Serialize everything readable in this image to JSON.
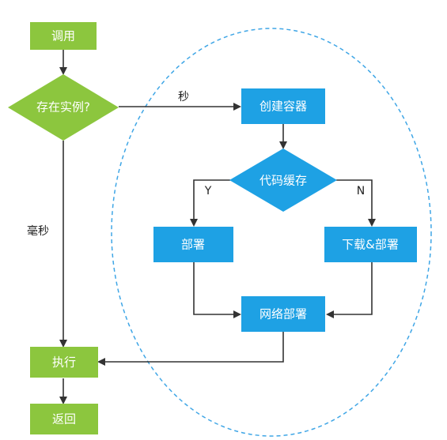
{
  "colors": {
    "green": "#8cc63e",
    "blue": "#1ea1e4",
    "line": "#333333",
    "dashed": "#3fa6e6",
    "text": "#ffffff"
  },
  "nodes": {
    "call": "调用",
    "instance_exists": "存在实例?",
    "execute": "执行",
    "return": "返回",
    "create_container": "创建容器",
    "code_cache": "代码缓存",
    "deploy": "部署",
    "download_deploy": "下载&部署",
    "network_deploy": "网络部署"
  },
  "edges": {
    "seconds": "秒",
    "milliseconds": "毫秒",
    "yes": "Y",
    "no": "N"
  }
}
